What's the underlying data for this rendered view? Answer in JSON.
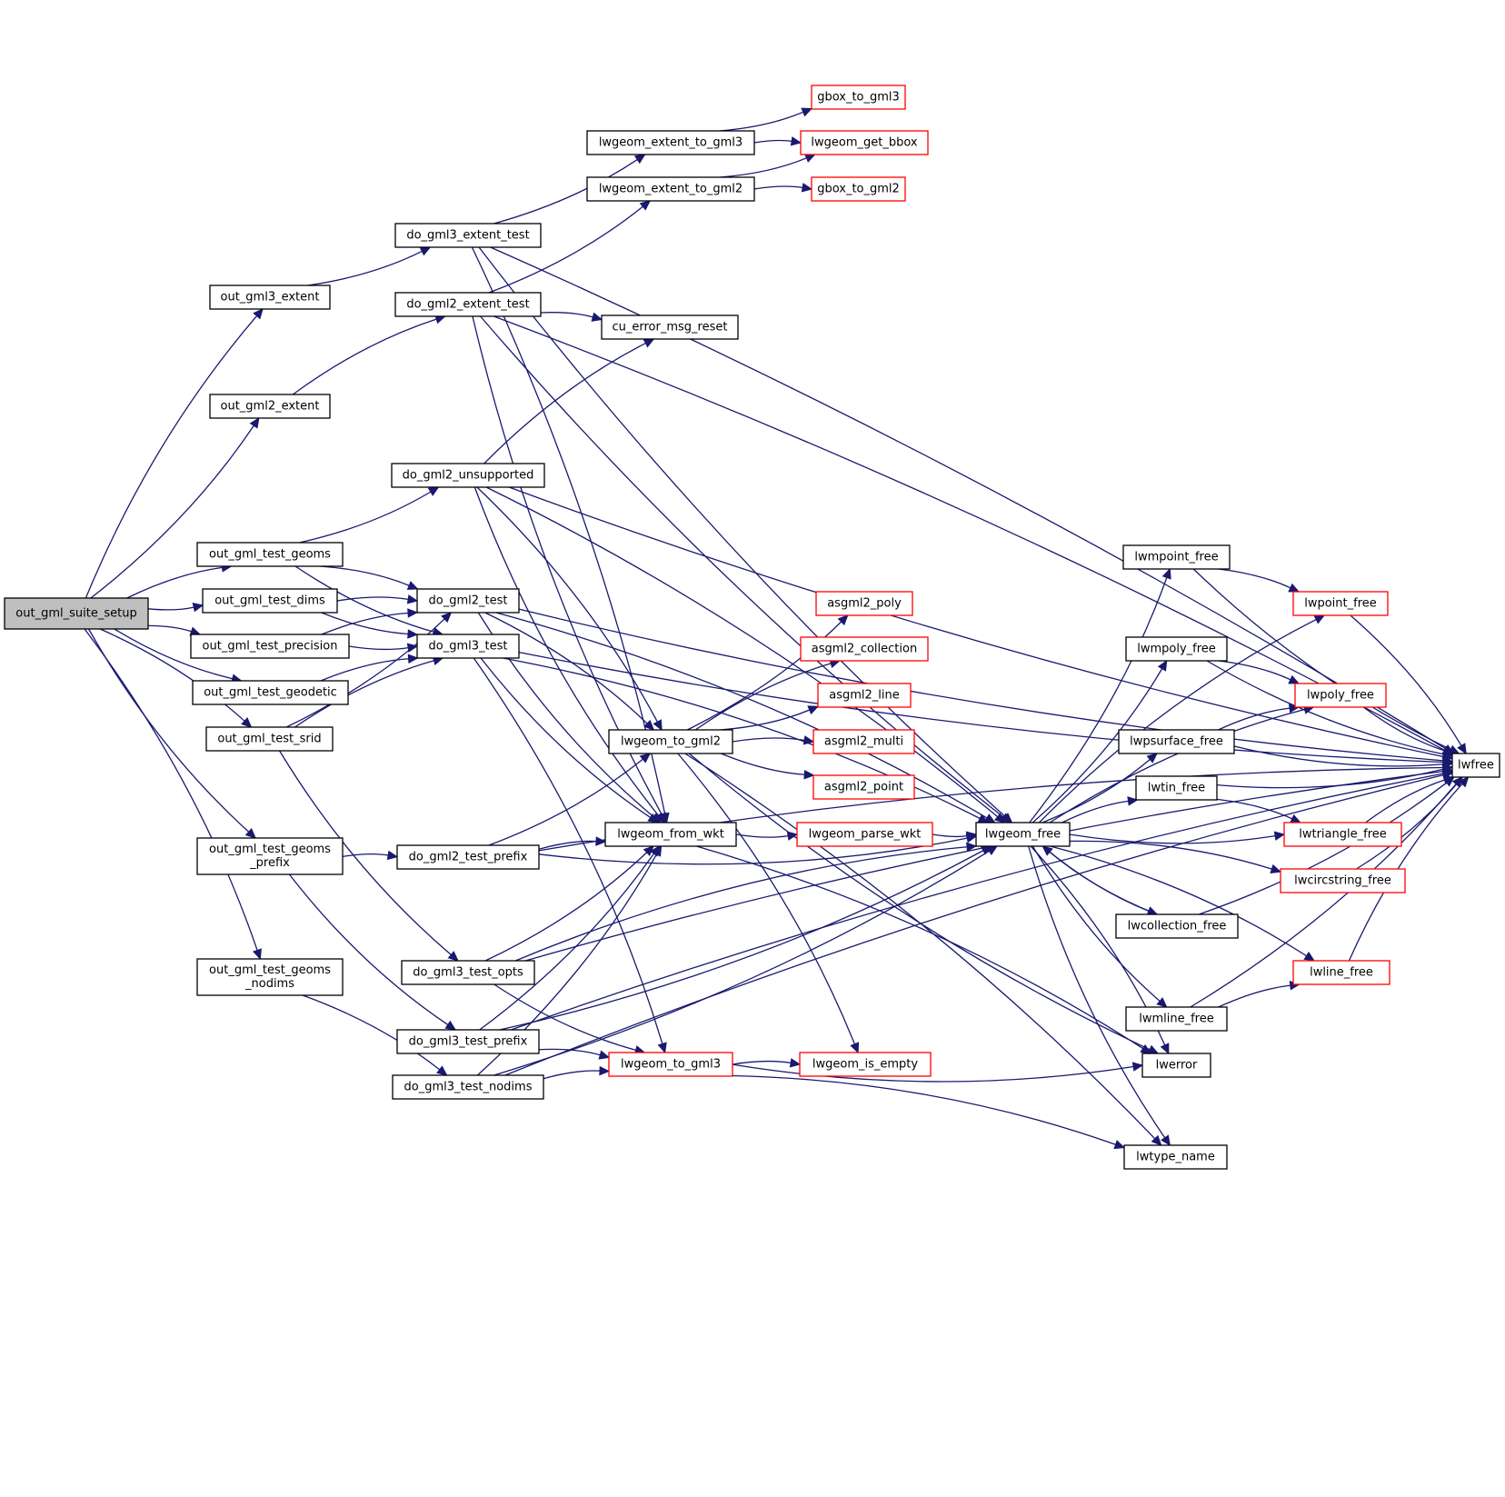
{
  "title": "out_gml_suite_setup call graph",
  "colors": {
    "edge": "#191970",
    "root_fill": "#bfbfbf",
    "external_border": "#ff0000",
    "node_border": "#000000"
  },
  "nodes": [
    {
      "id": "out_gml_suite_setup",
      "label": [
        "out_gml_suite_setup"
      ],
      "kind": "root"
    },
    {
      "id": "out_gml3_extent",
      "label": [
        "out_gml3_extent"
      ],
      "kind": "normal"
    },
    {
      "id": "out_gml2_extent",
      "label": [
        "out_gml2_extent"
      ],
      "kind": "normal"
    },
    {
      "id": "out_gml_test_geoms",
      "label": [
        "out_gml_test_geoms"
      ],
      "kind": "normal"
    },
    {
      "id": "out_gml_test_dims",
      "label": [
        "out_gml_test_dims"
      ],
      "kind": "normal"
    },
    {
      "id": "out_gml_test_precision",
      "label": [
        "out_gml_test_precision"
      ],
      "kind": "normal"
    },
    {
      "id": "out_gml_test_geodetic",
      "label": [
        "out_gml_test_geodetic"
      ],
      "kind": "normal"
    },
    {
      "id": "out_gml_test_srid",
      "label": [
        "out_gml_test_srid"
      ],
      "kind": "normal"
    },
    {
      "id": "out_gml_test_geoms_prefix",
      "label": [
        "out_gml_test_geoms",
        "_prefix"
      ],
      "kind": "normal"
    },
    {
      "id": "out_gml_test_geoms_nodims",
      "label": [
        "out_gml_test_geoms",
        "_nodims"
      ],
      "kind": "normal"
    },
    {
      "id": "do_gml3_extent_test",
      "label": [
        "do_gml3_extent_test"
      ],
      "kind": "normal"
    },
    {
      "id": "do_gml2_extent_test",
      "label": [
        "do_gml2_extent_test"
      ],
      "kind": "normal"
    },
    {
      "id": "do_gml2_unsupported",
      "label": [
        "do_gml2_unsupported"
      ],
      "kind": "normal"
    },
    {
      "id": "do_gml2_test",
      "label": [
        "do_gml2_test"
      ],
      "kind": "normal"
    },
    {
      "id": "do_gml3_test",
      "label": [
        "do_gml3_test"
      ],
      "kind": "normal"
    },
    {
      "id": "do_gml2_test_prefix",
      "label": [
        "do_gml2_test_prefix"
      ],
      "kind": "normal"
    },
    {
      "id": "do_gml3_test_opts",
      "label": [
        "do_gml3_test_opts"
      ],
      "kind": "normal"
    },
    {
      "id": "do_gml3_test_prefix",
      "label": [
        "do_gml3_test_prefix"
      ],
      "kind": "normal"
    },
    {
      "id": "do_gml3_test_nodims",
      "label": [
        "do_gml3_test_nodims"
      ],
      "kind": "normal"
    },
    {
      "id": "lwgeom_extent_to_gml3",
      "label": [
        "lwgeom_extent_to_gml3"
      ],
      "kind": "normal"
    },
    {
      "id": "lwgeom_extent_to_gml2",
      "label": [
        "lwgeom_extent_to_gml2"
      ],
      "kind": "normal"
    },
    {
      "id": "cu_error_msg_reset",
      "label": [
        "cu_error_msg_reset"
      ],
      "kind": "normal"
    },
    {
      "id": "lwgeom_to_gml2",
      "label": [
        "lwgeom_to_gml2"
      ],
      "kind": "normal"
    },
    {
      "id": "lwgeom_from_wkt",
      "label": [
        "lwgeom_from_wkt"
      ],
      "kind": "normal"
    },
    {
      "id": "lwgeom_to_gml3",
      "label": [
        "lwgeom_to_gml3"
      ],
      "kind": "external"
    },
    {
      "id": "gbox_to_gml3",
      "label": [
        "gbox_to_gml3"
      ],
      "kind": "external"
    },
    {
      "id": "lwgeom_get_bbox",
      "label": [
        "lwgeom_get_bbox"
      ],
      "kind": "external"
    },
    {
      "id": "gbox_to_gml2",
      "label": [
        "gbox_to_gml2"
      ],
      "kind": "external"
    },
    {
      "id": "asgml2_poly",
      "label": [
        "asgml2_poly"
      ],
      "kind": "external"
    },
    {
      "id": "asgml2_collection",
      "label": [
        "asgml2_collection"
      ],
      "kind": "external"
    },
    {
      "id": "asgml2_line",
      "label": [
        "asgml2_line"
      ],
      "kind": "external"
    },
    {
      "id": "asgml2_multi",
      "label": [
        "asgml2_multi"
      ],
      "kind": "external"
    },
    {
      "id": "asgml2_point",
      "label": [
        "asgml2_point"
      ],
      "kind": "external"
    },
    {
      "id": "lwgeom_parse_wkt",
      "label": [
        "lwgeom_parse_wkt"
      ],
      "kind": "external"
    },
    {
      "id": "lwgeom_is_empty",
      "label": [
        "lwgeom_is_empty"
      ],
      "kind": "external"
    },
    {
      "id": "lwgeom_free",
      "label": [
        "lwgeom_free"
      ],
      "kind": "normal"
    },
    {
      "id": "lwmpoint_free",
      "label": [
        "lwmpoint_free"
      ],
      "kind": "normal"
    },
    {
      "id": "lwmpoly_free",
      "label": [
        "lwmpoly_free"
      ],
      "kind": "normal"
    },
    {
      "id": "lwpsurface_free",
      "label": [
        "lwpsurface_free"
      ],
      "kind": "normal"
    },
    {
      "id": "lwtin_free",
      "label": [
        "lwtin_free"
      ],
      "kind": "normal"
    },
    {
      "id": "lwcollection_free",
      "label": [
        "lwcollection_free"
      ],
      "kind": "normal"
    },
    {
      "id": "lwmline_free",
      "label": [
        "lwmline_free"
      ],
      "kind": "normal"
    },
    {
      "id": "lwerror",
      "label": [
        "lwerror"
      ],
      "kind": "normal"
    },
    {
      "id": "lwtype_name",
      "label": [
        "lwtype_name"
      ],
      "kind": "normal"
    },
    {
      "id": "lwpoint_free",
      "label": [
        "lwpoint_free"
      ],
      "kind": "external"
    },
    {
      "id": "lwpoly_free",
      "label": [
        "lwpoly_free"
      ],
      "kind": "external"
    },
    {
      "id": "lwtriangle_free",
      "label": [
        "lwtriangle_free"
      ],
      "kind": "external"
    },
    {
      "id": "lwcircstring_free",
      "label": [
        "lwcircstring_free"
      ],
      "kind": "external"
    },
    {
      "id": "lwline_free",
      "label": [
        "lwline_free"
      ],
      "kind": "external"
    },
    {
      "id": "lwfree",
      "label": [
        "lwfree"
      ],
      "kind": "normal"
    }
  ],
  "edges": [
    [
      "out_gml_suite_setup",
      "out_gml3_extent"
    ],
    [
      "out_gml_suite_setup",
      "out_gml2_extent"
    ],
    [
      "out_gml_suite_setup",
      "out_gml_test_geoms"
    ],
    [
      "out_gml_suite_setup",
      "out_gml_test_dims"
    ],
    [
      "out_gml_suite_setup",
      "out_gml_test_precision"
    ],
    [
      "out_gml_suite_setup",
      "out_gml_test_geodetic"
    ],
    [
      "out_gml_suite_setup",
      "out_gml_test_srid"
    ],
    [
      "out_gml_suite_setup",
      "out_gml_test_geoms_prefix"
    ],
    [
      "out_gml_suite_setup",
      "out_gml_test_geoms_nodims"
    ],
    [
      "out_gml3_extent",
      "do_gml3_extent_test"
    ],
    [
      "out_gml2_extent",
      "do_gml2_extent_test"
    ],
    [
      "out_gml_test_geoms",
      "do_gml2_unsupported"
    ],
    [
      "out_gml_test_geoms",
      "do_gml2_test"
    ],
    [
      "out_gml_test_geoms",
      "do_gml3_test"
    ],
    [
      "out_gml_test_dims",
      "do_gml2_test"
    ],
    [
      "out_gml_test_dims",
      "do_gml3_test"
    ],
    [
      "out_gml_test_precision",
      "do_gml2_test"
    ],
    [
      "out_gml_test_precision",
      "do_gml3_test"
    ],
    [
      "out_gml_test_geodetic",
      "do_gml3_test"
    ],
    [
      "out_gml_test_srid",
      "do_gml2_test"
    ],
    [
      "out_gml_test_srid",
      "do_gml3_test"
    ],
    [
      "out_gml_test_srid",
      "do_gml3_test_opts"
    ],
    [
      "out_gml_test_geoms_prefix",
      "do_gml2_test_prefix"
    ],
    [
      "out_gml_test_geoms_prefix",
      "do_gml3_test_prefix"
    ],
    [
      "out_gml_test_geoms_nodims",
      "do_gml3_test_nodims"
    ],
    [
      "do_gml3_extent_test",
      "lwgeom_extent_to_gml3"
    ],
    [
      "do_gml3_extent_test",
      "lwfree"
    ],
    [
      "do_gml3_extent_test",
      "lwgeom_free"
    ],
    [
      "do_gml3_extent_test",
      "lwgeom_from_wkt"
    ],
    [
      "do_gml2_extent_test",
      "lwgeom_extent_to_gml2"
    ],
    [
      "do_gml2_extent_test",
      "lwfree"
    ],
    [
      "do_gml2_extent_test",
      "lwgeom_free"
    ],
    [
      "do_gml2_extent_test",
      "cu_error_msg_reset"
    ],
    [
      "do_gml2_extent_test",
      "lwgeom_from_wkt"
    ],
    [
      "do_gml2_unsupported",
      "cu_error_msg_reset"
    ],
    [
      "do_gml2_unsupported",
      "lwfree"
    ],
    [
      "do_gml2_unsupported",
      "lwgeom_free"
    ],
    [
      "do_gml2_unsupported",
      "lwgeom_from_wkt"
    ],
    [
      "do_gml2_unsupported",
      "lwgeom_to_gml2"
    ],
    [
      "do_gml2_test",
      "lwfree"
    ],
    [
      "do_gml2_test",
      "lwgeom_free"
    ],
    [
      "do_gml2_test",
      "lwgeom_from_wkt"
    ],
    [
      "do_gml2_test",
      "lwgeom_to_gml2"
    ],
    [
      "do_gml3_test",
      "lwfree"
    ],
    [
      "do_gml3_test",
      "lwgeom_free"
    ],
    [
      "do_gml3_test",
      "lwgeom_from_wkt"
    ],
    [
      "do_gml3_test",
      "lwgeom_to_gml3"
    ],
    [
      "do_gml2_test_prefix",
      "lwgeom_to_gml2"
    ],
    [
      "do_gml2_test_prefix",
      "lwgeom_from_wkt"
    ],
    [
      "do_gml2_test_prefix",
      "lwgeom_free"
    ],
    [
      "do_gml2_test_prefix",
      "lwfree"
    ],
    [
      "do_gml3_test_opts",
      "lwgeom_from_wkt"
    ],
    [
      "do_gml3_test_opts",
      "lwgeom_free"
    ],
    [
      "do_gml3_test_opts",
      "lwgeom_to_gml3"
    ],
    [
      "do_gml3_test_opts",
      "lwfree"
    ],
    [
      "do_gml3_test_prefix",
      "lwgeom_from_wkt"
    ],
    [
      "do_gml3_test_prefix",
      "lwgeom_to_gml3"
    ],
    [
      "do_gml3_test_prefix",
      "lwgeom_free"
    ],
    [
      "do_gml3_test_prefix",
      "lwfree"
    ],
    [
      "do_gml3_test_nodims",
      "lwgeom_from_wkt"
    ],
    [
      "do_gml3_test_nodims",
      "lwgeom_to_gml3"
    ],
    [
      "do_gml3_test_nodims",
      "lwgeom_free"
    ],
    [
      "do_gml3_test_nodims",
      "lwfree"
    ],
    [
      "lwgeom_extent_to_gml3",
      "gbox_to_gml3"
    ],
    [
      "lwgeom_extent_to_gml3",
      "lwgeom_get_bbox"
    ],
    [
      "lwgeom_extent_to_gml2",
      "lwgeom_get_bbox"
    ],
    [
      "lwgeom_extent_to_gml2",
      "gbox_to_gml2"
    ],
    [
      "lwgeom_to_gml2",
      "asgml2_poly"
    ],
    [
      "lwgeom_to_gml2",
      "asgml2_collection"
    ],
    [
      "lwgeom_to_gml2",
      "asgml2_line"
    ],
    [
      "lwgeom_to_gml2",
      "asgml2_multi"
    ],
    [
      "lwgeom_to_gml2",
      "asgml2_point"
    ],
    [
      "lwgeom_to_gml2",
      "lwgeom_is_empty"
    ],
    [
      "lwgeom_to_gml2",
      "lwerror"
    ],
    [
      "lwgeom_to_gml2",
      "lwtype_name"
    ],
    [
      "lwgeom_from_wkt",
      "lwgeom_parse_wkt"
    ],
    [
      "lwgeom_from_wkt",
      "lwerror"
    ],
    [
      "lwgeom_parse_wkt",
      "lwgeom_free"
    ],
    [
      "lwgeom_to_gml3",
      "lwgeom_is_empty"
    ],
    [
      "lwgeom_to_gml3",
      "lwerror"
    ],
    [
      "lwgeom_to_gml3",
      "lwtype_name"
    ],
    [
      "lwgeom_free",
      "lwmpoint_free"
    ],
    [
      "lwgeom_free",
      "lwpoint_free"
    ],
    [
      "lwgeom_free",
      "lwmpoly_free"
    ],
    [
      "lwgeom_free",
      "lwpoly_free"
    ],
    [
      "lwgeom_free",
      "lwpsurface_free"
    ],
    [
      "lwgeom_free",
      "lwtin_free"
    ],
    [
      "lwgeom_free",
      "lwtriangle_free"
    ],
    [
      "lwgeom_free",
      "lwcircstring_free"
    ],
    [
      "lwgeom_free",
      "lwcollection_free"
    ],
    [
      "lwgeom_free",
      "lwline_free"
    ],
    [
      "lwgeom_free",
      "lwmline_free"
    ],
    [
      "lwgeom_free",
      "lwerror"
    ],
    [
      "lwgeom_free",
      "lwtype_name"
    ],
    [
      "lwmpoint_free",
      "lwpoint_free"
    ],
    [
      "lwmpoint_free",
      "lwfree"
    ],
    [
      "lwmpoly_free",
      "lwpoly_free"
    ],
    [
      "lwmpoly_free",
      "lwfree"
    ],
    [
      "lwpsurface_free",
      "lwpoly_free"
    ],
    [
      "lwpsurface_free",
      "lwfree"
    ],
    [
      "lwtin_free",
      "lwtriangle_free"
    ],
    [
      "lwtin_free",
      "lwfree"
    ],
    [
      "lwcollection_free",
      "lwgeom_free"
    ],
    [
      "lwcollection_free",
      "lwfree"
    ],
    [
      "lwmline_free",
      "lwline_free"
    ],
    [
      "lwmline_free",
      "lwfree"
    ],
    [
      "lwpoint_free",
      "lwfree"
    ],
    [
      "lwpoly_free",
      "lwfree"
    ],
    [
      "lwtriangle_free",
      "lwfree"
    ],
    [
      "lwcircstring_free",
      "lwfree"
    ],
    [
      "lwline_free",
      "lwfree"
    ]
  ]
}
